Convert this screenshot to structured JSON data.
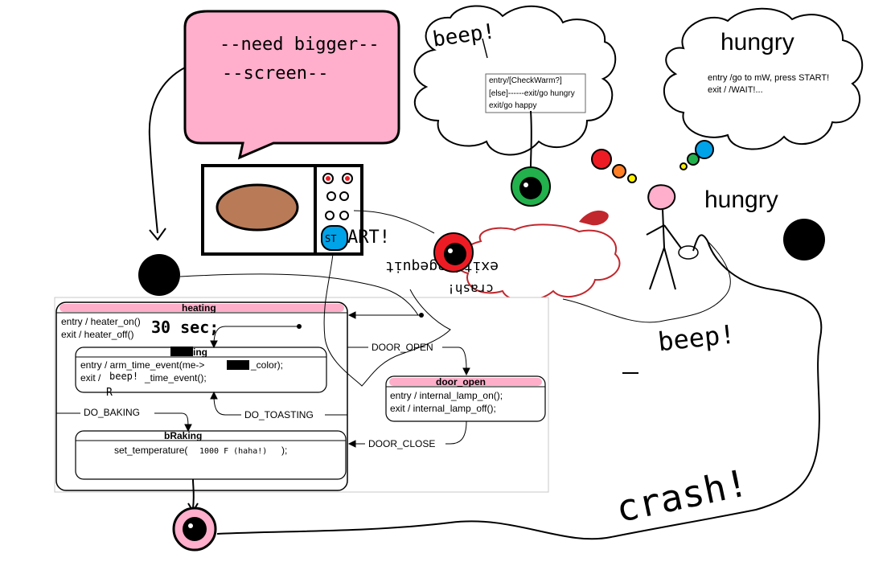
{
  "speech_bubble": {
    "line1": "--need bigger--",
    "line2": "--screen--"
  },
  "microwave": {
    "start_button": "ST",
    "start_exclaim": "ART!"
  },
  "thought_beep": {
    "title": "beep!",
    "line1": "entry/[CheckWarm?]",
    "line2": "[else]------exit/go hungry",
    "line3": "exit/go happy"
  },
  "thought_hungry": {
    "title": "hungry",
    "line1": "entry  /go to mW, press START!",
    "line2": "exit /  /WAIT!..."
  },
  "hungry_label": "hungry",
  "ragequit": {
    "text": "exit/ragequit",
    "crash_text": "crash!"
  },
  "beep_label": "beep!",
  "crash_label": "crash!",
  "heating": {
    "title": "heating",
    "entry": "entry / heater_on()",
    "exit": "exit / heater_off()",
    "scrawl": "30 sec;"
  },
  "toasting": {
    "title": "ing",
    "entry_a": "entry / arm_time_event(me->",
    "entry_b": "_color);",
    "exit_a": "exit /",
    "exit_beep": "beep!",
    "exit_b": "_time_event();",
    "scrawl_r": "R"
  },
  "baking": {
    "title": "bRaking",
    "body_a": "set_temperature(",
    "body_val": "1000 F (haha!)",
    "body_b": ");"
  },
  "door_open": {
    "title": "door_open",
    "entry": "entry / internal_lamp_on();",
    "exit": "exit / internal_lamp_off();"
  },
  "transitions": {
    "door_open": "DOOR_OPEN",
    "door_close": "DOOR_CLOSE",
    "do_baking": "DO_BAKING",
    "do_toasting": "DO_TOASTING"
  },
  "colors": {
    "bubble_pink": "#ffaecb",
    "oven_food": "#b97a57",
    "state_header": "#ffaec9",
    "start_blue": "#00a2e8",
    "green": "#22b14c",
    "red": "#ed1c24",
    "orange": "#ff7f27",
    "yellow": "#fff200",
    "blood": "#c1272d"
  }
}
